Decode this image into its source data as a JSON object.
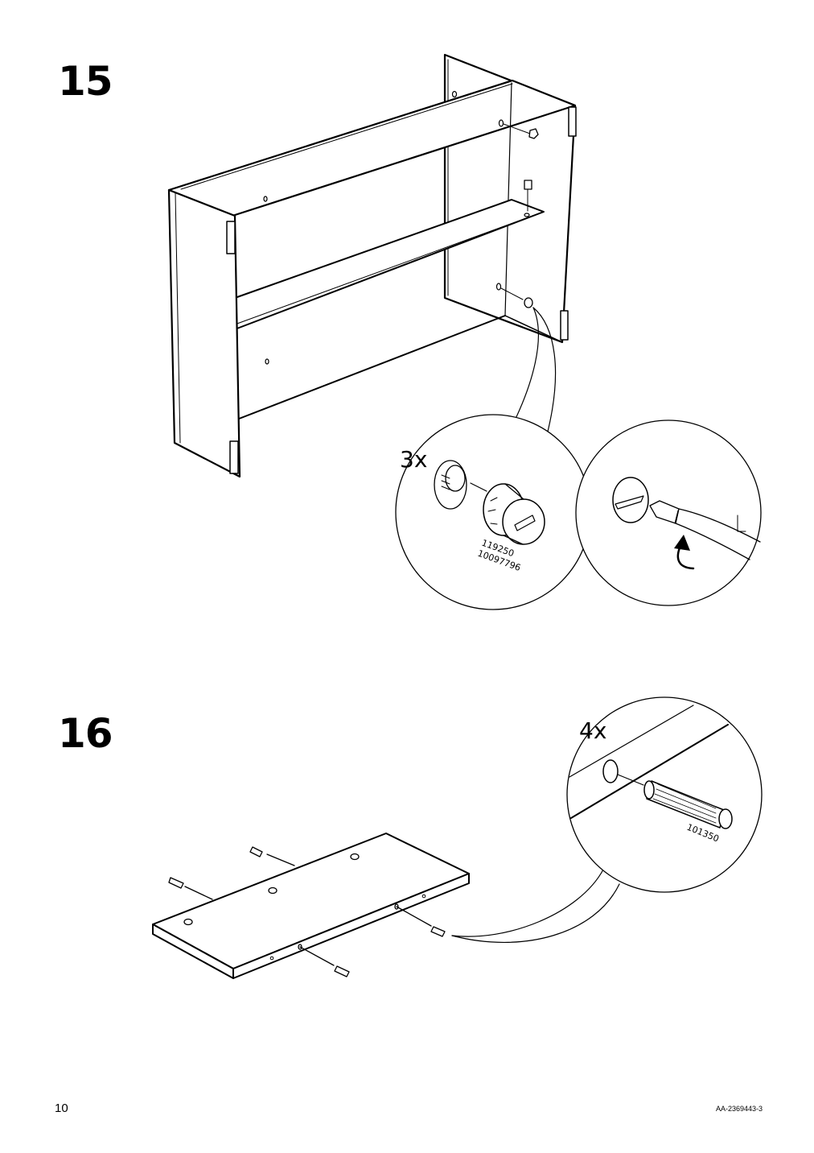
{
  "steps": [
    {
      "number": "15",
      "quantity": "3x",
      "part_numbers": [
        "119250",
        "10097796"
      ]
    },
    {
      "number": "16",
      "quantity": "4x",
      "part_numbers": [
        "101350"
      ]
    }
  ],
  "footer": {
    "page_number": "10",
    "doc_code": "AA-2369443-3"
  }
}
